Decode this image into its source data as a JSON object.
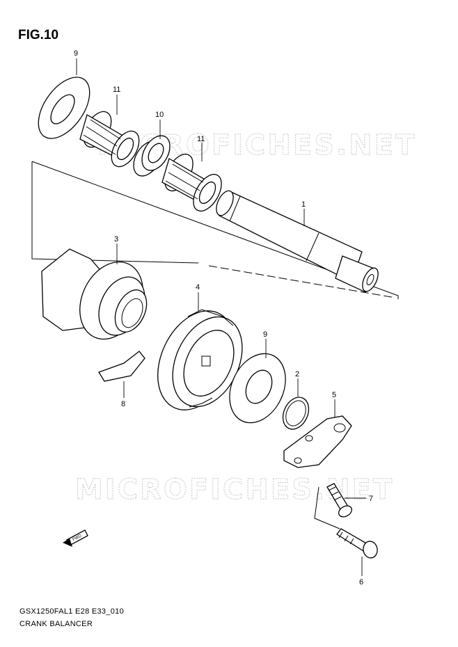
{
  "figure": {
    "title": "FIG.10",
    "model_code": "GSX1250FAL1 E28 E33_010",
    "section_name": "CRANK BALANCER",
    "watermark": "MICROFICHES.NET",
    "fwd_label": "FWD"
  },
  "callouts": [
    {
      "id": "9a",
      "label": "9"
    },
    {
      "id": "11a",
      "label": "11"
    },
    {
      "id": "10",
      "label": "10"
    },
    {
      "id": "11b",
      "label": "11"
    },
    {
      "id": "1",
      "label": "1"
    },
    {
      "id": "3",
      "label": "3"
    },
    {
      "id": "4",
      "label": "4"
    },
    {
      "id": "9b",
      "label": "9"
    },
    {
      "id": "2",
      "label": "2"
    },
    {
      "id": "5",
      "label": "5"
    },
    {
      "id": "8",
      "label": "8"
    },
    {
      "id": "7",
      "label": "7"
    },
    {
      "id": "6",
      "label": "6"
    }
  ]
}
